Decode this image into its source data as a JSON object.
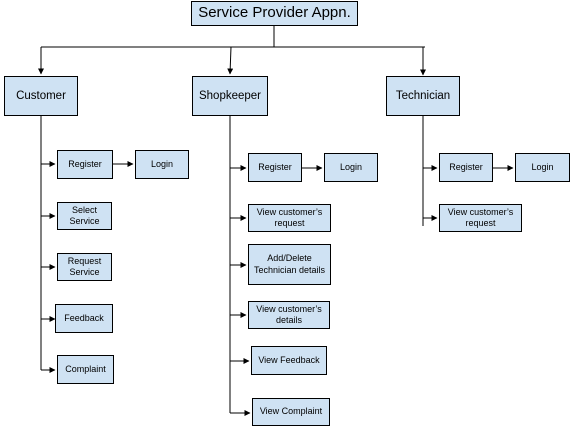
{
  "diagram": {
    "title": "Service Provider Appn.",
    "roles": {
      "customer": {
        "label": "Customer",
        "register": "Register",
        "login": "Login",
        "select_service": "Select Service",
        "request_service": "Request Service",
        "feedback": "Feedback",
        "complaint": "Complaint"
      },
      "shopkeeper": {
        "label": "Shopkeeper",
        "register": "Register",
        "login": "Login",
        "view_customer_request": "View customer’s request",
        "add_delete_technician": "Add/Delete Technician details",
        "view_customer_details": "View customer’s details",
        "view_feedback": "View Feedback",
        "view_complaint": "View Complaint"
      },
      "technician": {
        "label": "Technician",
        "register": "Register",
        "login": "Login",
        "view_customer_request": "View customer’s request"
      }
    }
  },
  "colors": {
    "node_fill": "#cfe2f3",
    "stroke": "#000000",
    "background": "#ffffff"
  }
}
